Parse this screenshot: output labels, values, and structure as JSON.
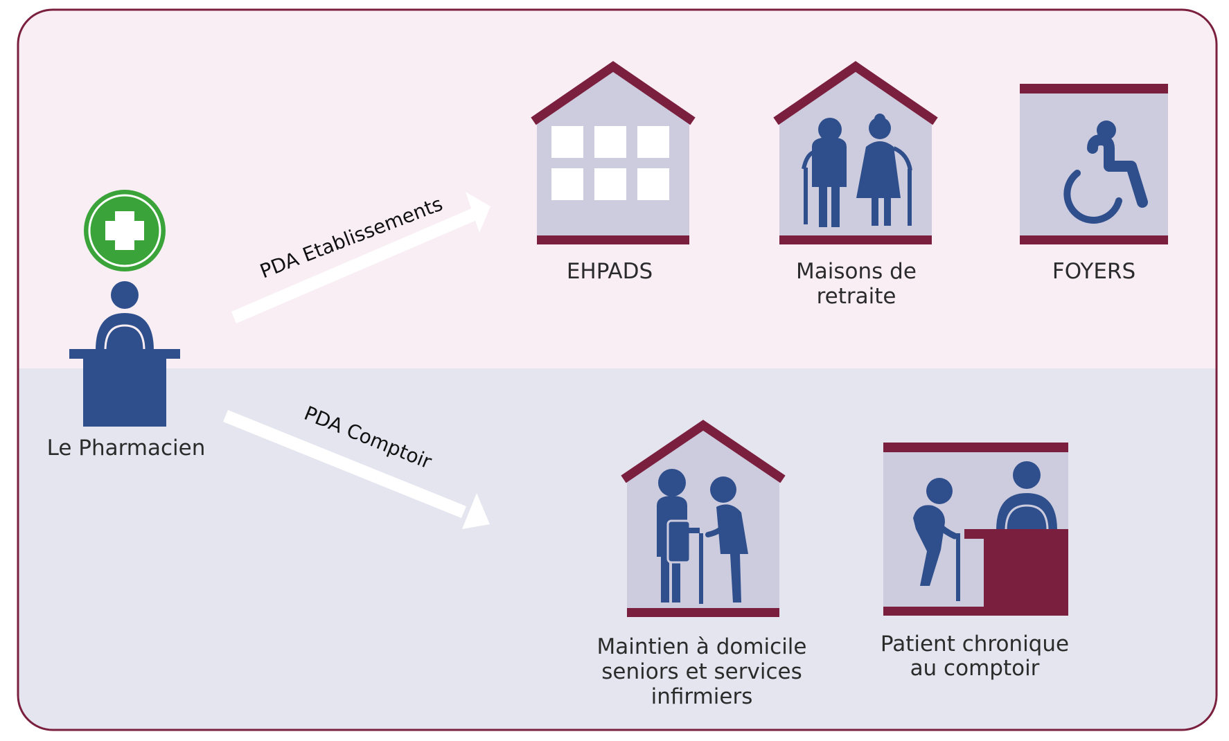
{
  "pharmacist": {
    "label": "Le Pharmacien"
  },
  "arrows": {
    "etablissements": "PDA Etablissements",
    "comptoir": "PDA Comptoir"
  },
  "top_row": [
    {
      "id": "ehpads",
      "lines": [
        "EHPADS"
      ]
    },
    {
      "id": "maisons",
      "lines": [
        "Maisons de",
        "retraite"
      ]
    },
    {
      "id": "foyers",
      "lines": [
        "FOYERS"
      ]
    }
  ],
  "bottom_row": [
    {
      "id": "maintien",
      "lines": [
        "Maintien à domicile",
        "seniors et services",
        "infirmiers"
      ]
    },
    {
      "id": "patient",
      "lines": [
        "Patient chronique",
        "au comptoir"
      ]
    }
  ],
  "colors": {
    "border": "#7a1f3d",
    "top_bg": "#f9eef3",
    "bottom_bg": "#e4e5ef",
    "icon_blue": "#2f4f8c",
    "house_fill": "#cdcbde",
    "roof": "#7a1f3d",
    "cross_green": "#3aa43a",
    "arrow": "#ffffff"
  }
}
